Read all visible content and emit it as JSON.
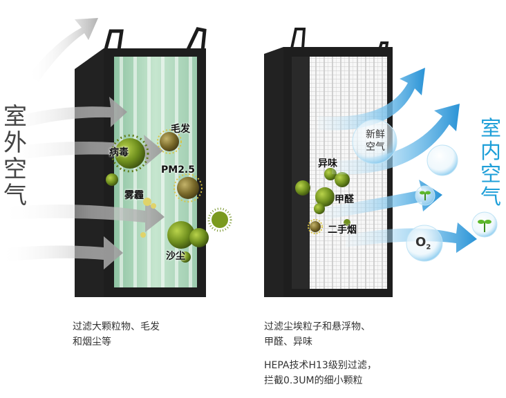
{
  "left_panel": {
    "side_label": [
      "室",
      "外",
      "空",
      "气"
    ],
    "particles": {
      "hair": "毛发",
      "virus": "病毒",
      "pm25": "PM2.5",
      "smog": "雾霾",
      "dust": "沙尘"
    },
    "caption_lines": [
      "过滤大颗粒物、毛发",
      "和烟尘等"
    ]
  },
  "right_panel": {
    "side_label": [
      "室",
      "内",
      "空",
      "气"
    ],
    "bubble_text": [
      "新鲜",
      "空气"
    ],
    "o2": "O",
    "o2_sub": "2",
    "pollutants": {
      "odor": "异味",
      "formaldehyde": "甲醛",
      "smoke": "二手烟"
    },
    "caption_lines": [
      "过滤尘埃粒子和悬浮物、",
      "甲醛、异味"
    ],
    "caption2_lines": [
      "HEPA技术H13级别过滤，",
      "拦截0.3UM的细小颗粒"
    ]
  },
  "colors": {
    "outdoor_text": "#444444",
    "indoor_text": "#1e9fd8",
    "frame": "#1c1c1c",
    "mesh": "#a9d2b5",
    "particle_green": "#6f8f1e",
    "arrow_blue": "#2a93d6"
  }
}
